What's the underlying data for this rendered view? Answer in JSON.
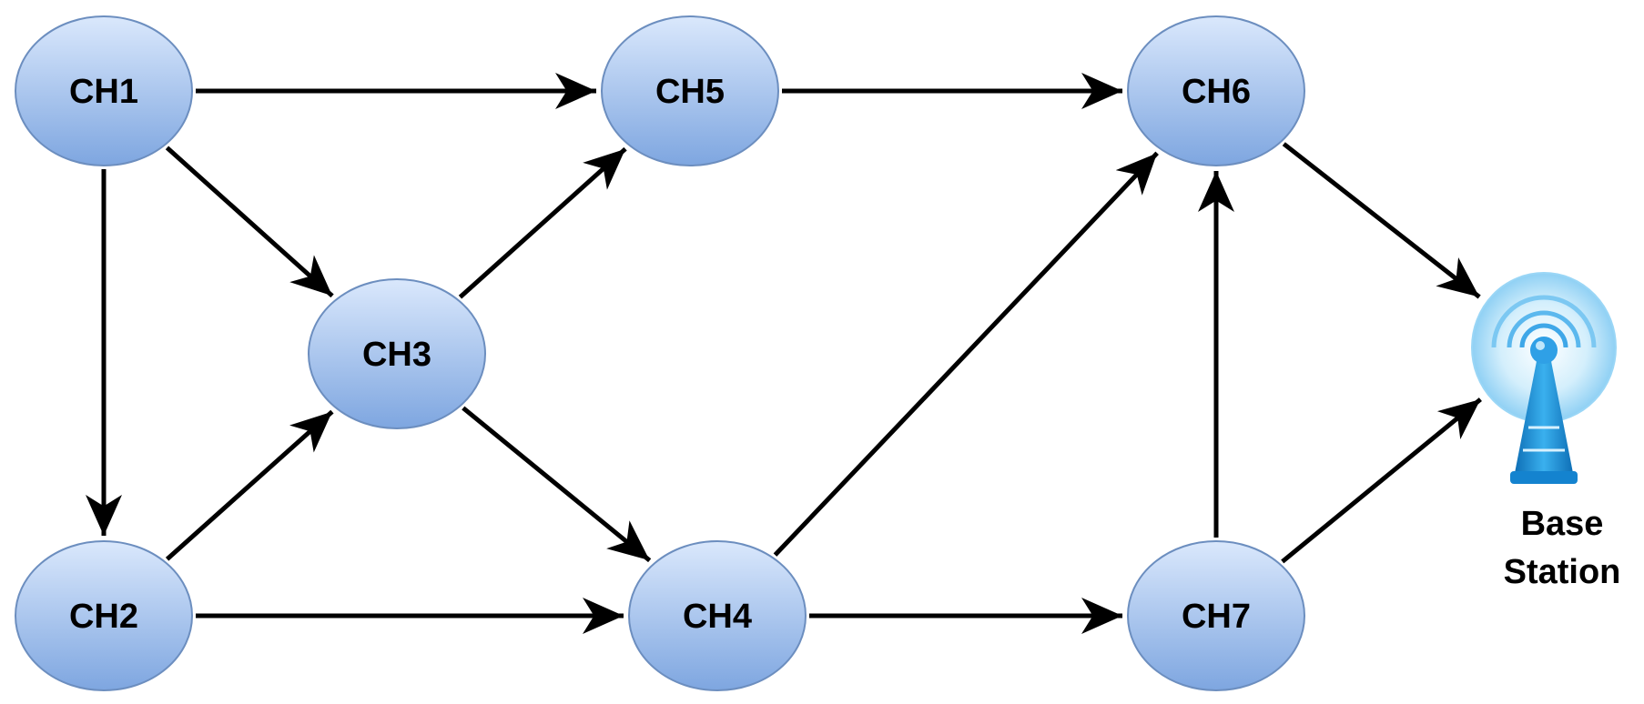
{
  "diagram": {
    "nodes": [
      {
        "id": "CH1",
        "label": "CH1"
      },
      {
        "id": "CH2",
        "label": "CH2"
      },
      {
        "id": "CH3",
        "label": "CH3"
      },
      {
        "id": "CH4",
        "label": "CH4"
      },
      {
        "id": "CH5",
        "label": "CH5"
      },
      {
        "id": "CH6",
        "label": "CH6"
      },
      {
        "id": "CH7",
        "label": "CH7"
      }
    ],
    "base_station": {
      "label_line1": "Base",
      "label_line2": "Station",
      "icon": "antenna-tower-icon"
    },
    "edges": [
      {
        "from": "CH1",
        "to": "CH5"
      },
      {
        "from": "CH1",
        "to": "CH3"
      },
      {
        "from": "CH1",
        "to": "CH2"
      },
      {
        "from": "CH2",
        "to": "CH3"
      },
      {
        "from": "CH2",
        "to": "CH4"
      },
      {
        "from": "CH3",
        "to": "CH5"
      },
      {
        "from": "CH3",
        "to": "CH4"
      },
      {
        "from": "CH5",
        "to": "CH6"
      },
      {
        "from": "CH4",
        "to": "CH6"
      },
      {
        "from": "CH4",
        "to": "CH7"
      },
      {
        "from": "CH7",
        "to": "CH6"
      },
      {
        "from": "CH6",
        "to": "Base Station"
      },
      {
        "from": "CH7",
        "to": "Base Station"
      }
    ],
    "colors": {
      "node_fill_top": "#dae8fc",
      "node_fill_bottom": "#7ea6e0",
      "node_stroke": "#6c8ebf",
      "edge": "#000000",
      "antenna_light": "#bfe6fb",
      "antenna_dark": "#1b8fd8"
    }
  }
}
